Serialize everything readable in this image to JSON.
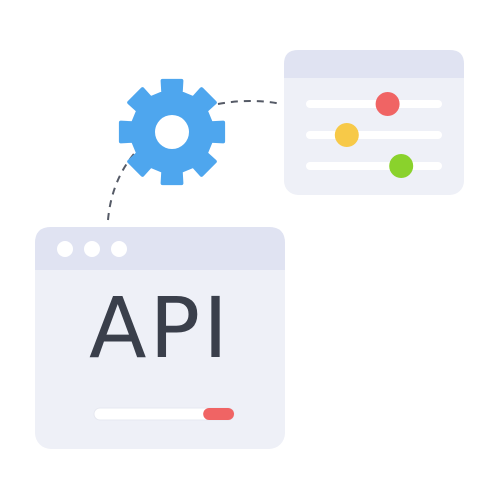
{
  "api_window": {
    "label": "API",
    "progress_fraction": 0.22
  },
  "settings_window": {
    "sliders": [
      {
        "knob_position": 0.6,
        "knob_color": "#f06464"
      },
      {
        "knob_position": 0.3,
        "knob_color": "#f7c948"
      },
      {
        "knob_position": 0.7,
        "knob_color": "#8ad22c"
      }
    ]
  },
  "colors": {
    "window_body": "#eef0f7",
    "window_header": "#e0e3f2",
    "gear": "#4ea6ee",
    "accent_red": "#f06464",
    "connector": "#555a66"
  },
  "icons": {
    "gear": "gear-icon",
    "window_dots": "window-controls-icon"
  }
}
